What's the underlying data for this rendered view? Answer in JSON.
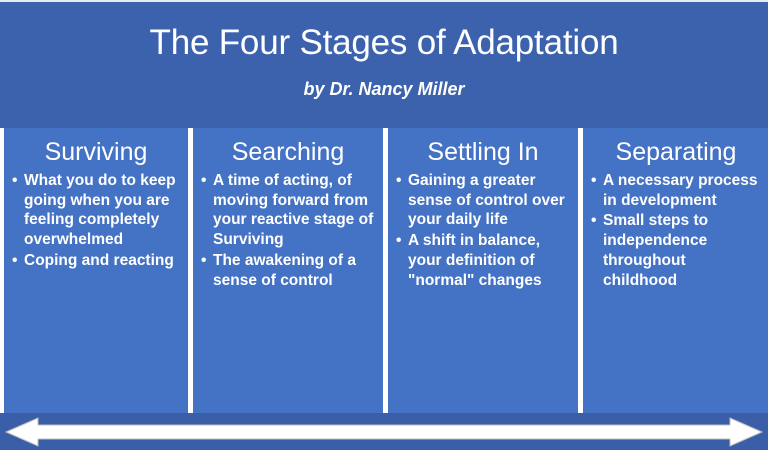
{
  "slide": {
    "title": "The Four Stages of Adaptation",
    "subtitle": "by Dr. Nancy Miller",
    "colors": {
      "header_band": "#3D62AD",
      "column_panel": "#4472C4",
      "arrow_band": "#3A5FA8",
      "text": "#FFFFFF",
      "divider": "#FFFFFF"
    }
  },
  "columns": [
    {
      "heading": "Surviving",
      "bullets": [
        "What you do to keep going when you are feeling completely overwhelmed",
        "Coping and reacting"
      ]
    },
    {
      "heading": "Searching",
      "bullets": [
        "A time of acting, of moving forward from your reactive stage of Surviving",
        "The awakening of a sense of control"
      ]
    },
    {
      "heading": "Settling In",
      "bullets": [
        "Gaining a greater sense of control over your daily life",
        "A shift in balance, your definition of \"normal\" changes"
      ]
    },
    {
      "heading": "Separating",
      "bullets": [
        "A necessary process in development",
        "Small steps to independence throughout childhood"
      ]
    }
  ],
  "footer": {
    "arrow_icon": "double-headed-horizontal-arrow"
  }
}
